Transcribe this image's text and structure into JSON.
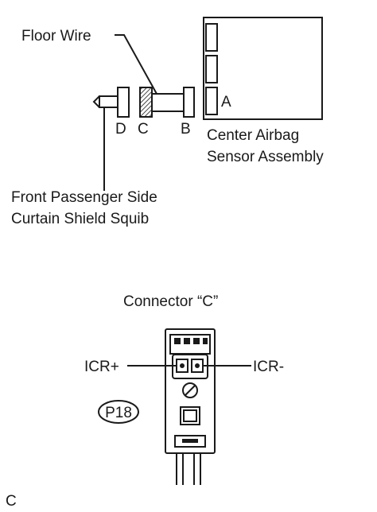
{
  "labels": {
    "floor_wire": "Floor Wire",
    "connector_a": "A",
    "connector_b": "B",
    "connector_c": "C",
    "connector_d": "D",
    "sensor_line1": "Center Airbag",
    "sensor_line2": "Sensor Assembly",
    "squib_line1": "Front Passenger Side",
    "squib_line2": "Curtain Shield Squib",
    "connector_title": "Connector “C”",
    "pin_left": "ICR+",
    "pin_right": "ICR-",
    "part_code": "P18",
    "figure_letter": "C"
  }
}
